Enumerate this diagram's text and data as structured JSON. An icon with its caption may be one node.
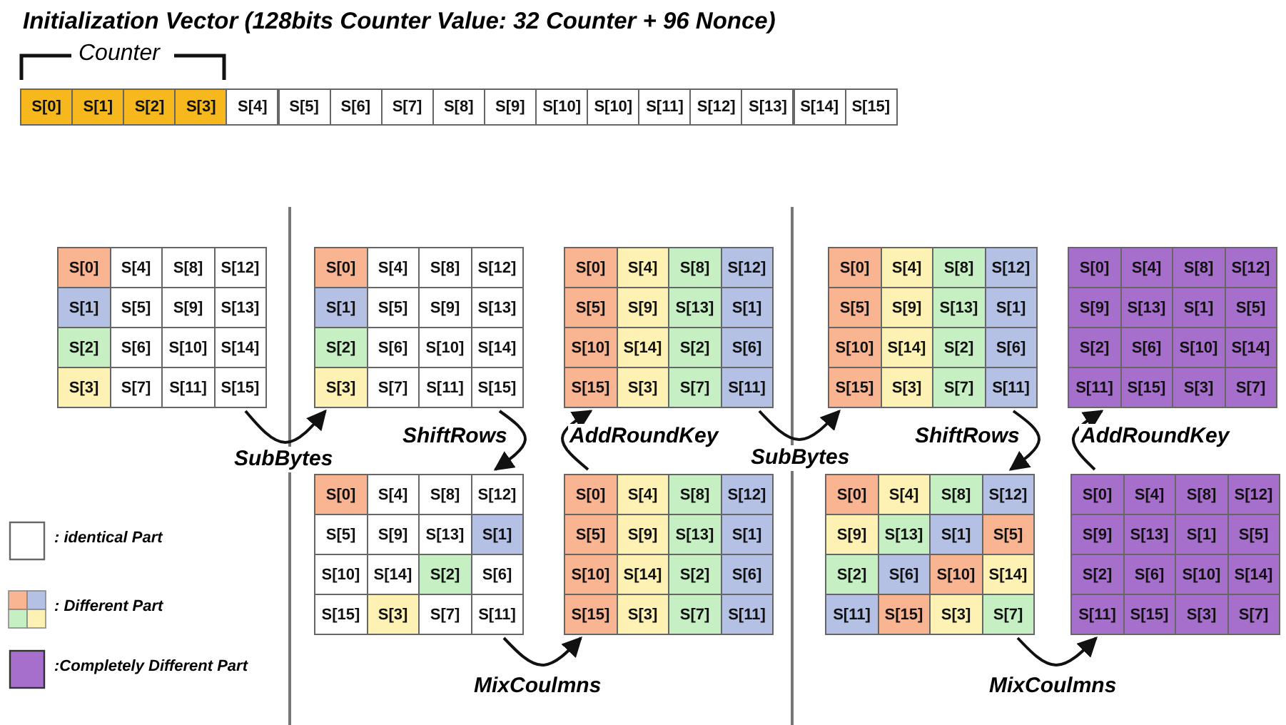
{
  "diagram": {
    "title": "Initialization Vector (128bits Counter Value: 32 Counter + 96 Nonce)",
    "nodes": [
      {
        "text": [
          "S[0]",
          "S[1]",
          "S[2]",
          "S[3]",
          "S[4]",
          "S[5]",
          "S[6]",
          "S[7]",
          "S[8]",
          "S[9]",
          "S[10]",
          "S[10]",
          "S[11]",
          "S[12]",
          "S[13]",
          "S[14]",
          "S[15]"
        ]
      },
      {
        "text": [
          "S[0]",
          "S[4]",
          "S[8]",
          "S[12]",
          "S[1]",
          "S[5]",
          "S[9]",
          "S[13]",
          "S[2]",
          "S[6]",
          "S[10]",
          "S[14]",
          "S[3]",
          "S[7]",
          "S[11]",
          "S[15]"
        ]
      },
      {
        "text": [
          "S[0]",
          "S[4]",
          "S[8]",
          "S[12]",
          "S[1]",
          "S[5]",
          "S[9]",
          "S[13]",
          "S[2]",
          "S[6]",
          "S[10]",
          "S[14]",
          "S[3]",
          "S[7]",
          "S[11]",
          "S[15]"
        ]
      },
      {
        "text": [
          "S[0]",
          "S[4]",
          "S[8]",
          "S[12]",
          "S[5]",
          "S[9]",
          "S[13]",
          "S[1]",
          "S[10]",
          "S[14]",
          "S[2]",
          "S[6]",
          "S[15]",
          "S[3]",
          "S[7]",
          "S[11]"
        ]
      },
      {
        "text": [
          "S[0]",
          "S[4]",
          "S[8]",
          "S[12]",
          "S[5]",
          "S[9]",
          "S[13]",
          "S[1]",
          "S[10]",
          "S[14]",
          "S[2]",
          "S[6]",
          "S[15]",
          "S[3]",
          "S[7]",
          "S[11]"
        ]
      },
      {
        "text": [
          "S[0]",
          "S[4]",
          "S[8]",
          "S[12]",
          "S[5]",
          "S[9]",
          "S[13]",
          "S[1]",
          "S[10]",
          "S[14]",
          "S[2]",
          "S[6]",
          "S[15]",
          "S[3]",
          "S[7]",
          "S[11]"
        ]
      },
      {
        "text": [
          "S[0]",
          "S[4]",
          "S[8]",
          "S[12]",
          "S[5]",
          "S[9]",
          "S[13]",
          "S[1]",
          "S[10]",
          "S[14]",
          "S[2]",
          "S[6]",
          "S[15]",
          "S[3]",
          "S[7]",
          "S[11]"
        ]
      },
      {
        "text": [
          "S[0]",
          "S[4]",
          "S[8]",
          "S[12]",
          "S[9]",
          "S[13]",
          "S[1]",
          "S[5]",
          "S[2]",
          "S[6]",
          "S[10]",
          "S[14]",
          "S[11]",
          "S[15]",
          "S[3]",
          "S[7]"
        ]
      },
      {
        "text": [
          "S[0]",
          "S[4]",
          "S[8]",
          "S[12]",
          "S[9]",
          "S[13]",
          "S[1]",
          "S[5]",
          "S[2]",
          "S[6]",
          "S[10]",
          "S[14]",
          "S[11]",
          "S[15]",
          "S[3]",
          "S[7]"
        ]
      },
      {
        "text": [
          "S[0]",
          "S[4]",
          "S[8]",
          "S[12]",
          "S[9]",
          "S[13]",
          "S[1]",
          "S[5]",
          "S[2]",
          "S[6]",
          "S[10]",
          "S[14]",
          "S[11]",
          "S[15]",
          "S[3]",
          "S[7]"
        ]
      }
    ],
    "edges": [
      {
        "from": 1,
        "to": 2,
        "arrow": "to",
        "label": "SubBytes"
      },
      {
        "from": 2,
        "to": 3,
        "arrow": "to",
        "label": "ShiftRows"
      },
      {
        "from": 3,
        "to": 4,
        "arrow": "to",
        "label": "MixCoulmns"
      },
      {
        "from": 4,
        "to": 5,
        "arrow": "to",
        "label": "AddRoundKey"
      },
      {
        "from": 5,
        "to": 6,
        "arrow": "to",
        "label": "SubBytes"
      },
      {
        "from": 6,
        "to": 7,
        "arrow": "to",
        "label": "ShiftRows"
      },
      {
        "from": 7,
        "to": 8,
        "arrow": "to",
        "label": "MixCoulmns"
      },
      {
        "from": 8,
        "to": 9,
        "arrow": "to",
        "label": "AddRoundKey"
      }
    ],
    "labels": [
      "Counter"
    ],
    "legend": [
      {
        "text": ": identical Part",
        "color": "#ffffff"
      },
      {
        "text": ": Different Part"
      },
      {
        "text": ":Completely Different Part",
        "color": "#a66fcc"
      }
    ]
  }
}
